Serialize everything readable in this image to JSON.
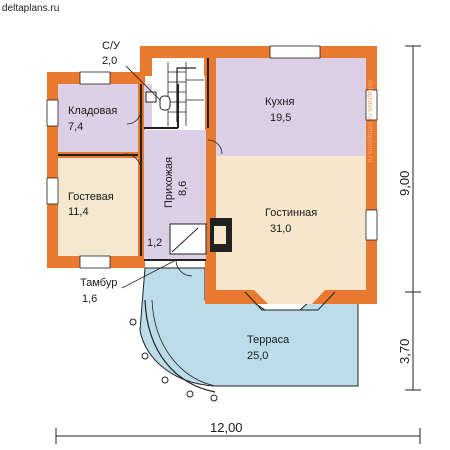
{
  "site": "deltaplans.ru",
  "colors": {
    "wall": "#e8792e",
    "kitchen_fill": "#dcd0e6",
    "living_fill": "#f6e6cc",
    "terrace_fill": "#bcdcea",
    "room_fill": "#f4e8d0",
    "hall_fill": "#dcd0e6",
    "line": "#222222"
  },
  "rooms": {
    "wc": {
      "name": "С/У",
      "area": "2,0"
    },
    "pantry": {
      "name": "Кладовая",
      "area": "7,4"
    },
    "kitchen": {
      "name": "Кухня",
      "area": "19,5"
    },
    "hall": {
      "name": "Прихожая",
      "area": "8,6"
    },
    "guest": {
      "name": "Гостевая",
      "area": "11,4"
    },
    "living": {
      "name": "Гостинная",
      "area": "31,0"
    },
    "small": {
      "area": "1,2"
    },
    "vestibule": {
      "name": "Тамбур",
      "area": "1,6"
    },
    "terrace": {
      "name": "Терраса",
      "area": "25,0"
    }
  },
  "dimensions": {
    "width": "12,00",
    "house_depth": "9,00",
    "terrace_depth": "3,70"
  }
}
